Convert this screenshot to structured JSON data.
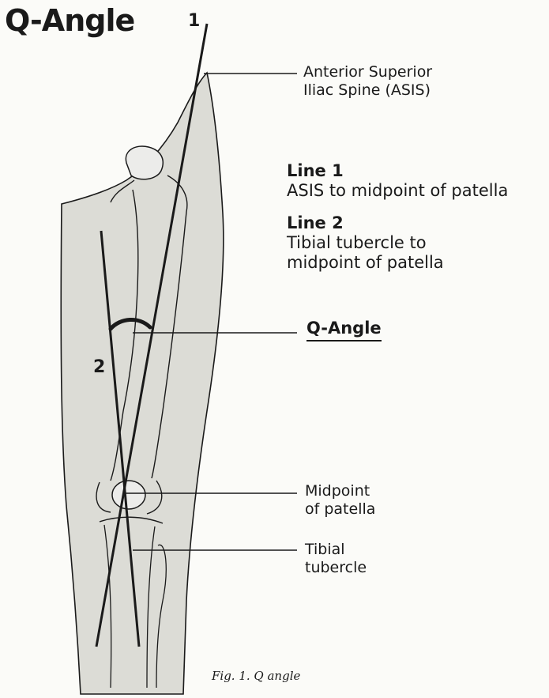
{
  "title": "Q-Angle",
  "line_markers": {
    "line1": "1",
    "line2": "2"
  },
  "callouts": {
    "asis": [
      "Anterior Superior",
      "Iliac Spine (ASIS)"
    ],
    "midpoint": [
      "Midpoint",
      "of patella"
    ],
    "tibial": [
      "Tibial",
      "tubercle"
    ]
  },
  "definitions": {
    "line1": {
      "heading": "Line 1",
      "text": "ASIS to midpoint of patella"
    },
    "line2": {
      "heading": "Line 2",
      "text_lines": [
        "Tibial tubercle to",
        "midpoint of patella"
      ]
    }
  },
  "q_angle_label": "Q-Angle",
  "caption": "Fig. 1. Q angle",
  "colors": {
    "ink": "#1a1a1a",
    "leg_fill": "#dcdcd6",
    "background": "#fbfbf8"
  }
}
